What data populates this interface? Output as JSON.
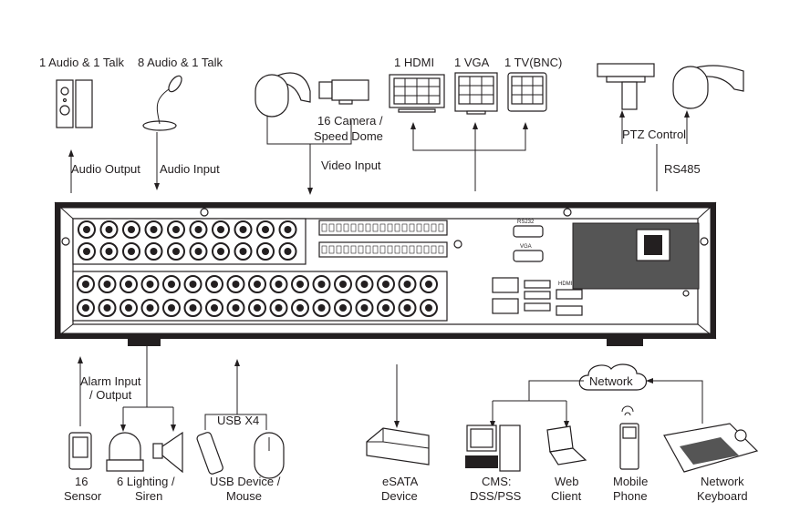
{
  "top": {
    "audio_talk_1": "1 Audio  & 1 Talk",
    "audio_talk_8": "8 Audio & 1 Talk",
    "audio_output": "Audio  Output",
    "audio_input": "Audio  Input",
    "camera_line1": "16 Camera /",
    "camera_line2": "Speed Dome",
    "video_input": "Video Input",
    "hdmi": "1 HDMI",
    "vga": "1 VGA",
    "tv": "1 TV(BNC)",
    "ptz_control": "PTZ Control",
    "rs485": "RS485"
  },
  "bottom": {
    "alarm_line1": "Alarm Input",
    "alarm_line2": "/ Output",
    "usb_x4": "USB X4",
    "sensor_line1": "16",
    "sensor_line2": "Sensor",
    "lighting_line1": "6 Lighting /",
    "lighting_line2": "Siren",
    "usb_line1": "USB Device /",
    "usb_line2": "Mouse",
    "esata_line1": "eSATA",
    "esata_line2": "Device",
    "network": "Network",
    "cms_line1": "CMS:",
    "cms_line2": "DSS/PSS",
    "web_line1": "Web",
    "web_line2": "Client",
    "mobile_line1": "Mobile",
    "mobile_line2": "Phone",
    "keyboard_line1": "Network",
    "keyboard_line2": "Keyboard"
  },
  "panel": {
    "rs232": "RS232",
    "vga": "VGA",
    "hdmi": "HDMI"
  }
}
